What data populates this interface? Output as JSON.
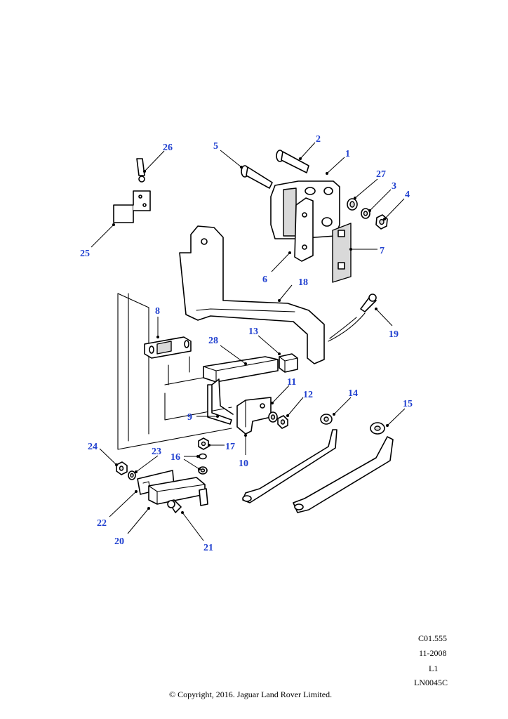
{
  "callouts": [
    "1",
    "2",
    "3",
    "4",
    "5",
    "6",
    "7",
    "8",
    "9",
    "10",
    "11",
    "12",
    "13",
    "14",
    "15",
    "16",
    "17",
    "18",
    "19",
    "20",
    "21",
    "22",
    "23",
    "24",
    "25",
    "26",
    "27",
    "28"
  ],
  "reference": {
    "code": "C01.555",
    "date": "11-2008",
    "level": "L1",
    "illustration": "LN0045C"
  },
  "copyright": "© Copyright, 2016. Jaguar Land Rover Limited.",
  "colors": {
    "callout": "#1f3fcf",
    "line": "#000000",
    "shade": "#d9d9d9"
  }
}
